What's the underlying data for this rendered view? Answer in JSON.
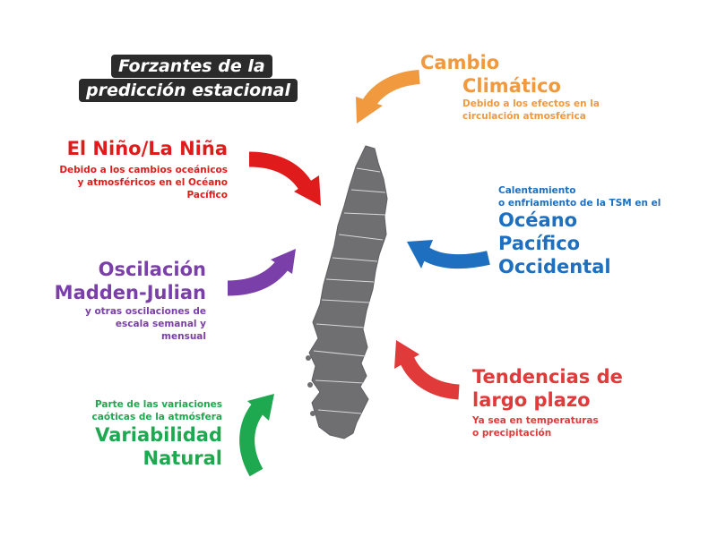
{
  "title": {
    "line1": "Forzantes de la",
    "line2": "predicción estacional"
  },
  "forcings": {
    "cambio": {
      "title_l1": "Cambio",
      "title_l2": "Climático",
      "desc_l1": "Debido a los efectos en la",
      "desc_l2": "circulación atmosférica",
      "color": "#f0993e"
    },
    "nino": {
      "title": "El Niño/La Niña",
      "desc_l1": "Debido a los cambios oceánicos",
      "desc_l2": "y atmosféricos en el Océano",
      "desc_l3": "Pacífico",
      "color": "#e01b1b"
    },
    "oceano": {
      "desc_l1": "Calentamiento",
      "desc_l2": "o enfriamiento de la TSM en el",
      "title_l1": "Océano",
      "title_l2": "Pacífico",
      "title_l3": "Occidental",
      "color": "#1e6fc0"
    },
    "mjo": {
      "title_l1": "Oscilación",
      "title_l2": "Madden-Julian",
      "desc_l1": "y otras oscilaciones de",
      "desc_l2": "escala semanal y",
      "desc_l3": "mensual",
      "color": "#7a3fa8"
    },
    "tendencias": {
      "title_l1": "Tendencias de",
      "title_l2": "largo plazo",
      "desc_l1": "Ya sea en temperaturas",
      "desc_l2": "o precipitación",
      "color": "#e03a3a"
    },
    "natural": {
      "desc_l1": "Parte de las variaciones",
      "desc_l2": "caóticas de la atmósfera",
      "title_l1": "Variabilidad",
      "title_l2": "Natural",
      "color": "#1ea84f"
    }
  },
  "map": {
    "color": "#6f6f72",
    "border_color": "#d8d8da"
  }
}
